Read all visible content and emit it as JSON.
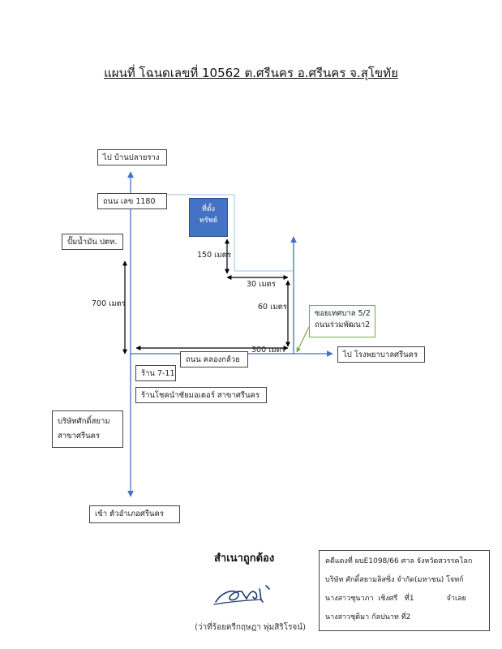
{
  "title": "แผนที่ โฉนดเลขที่ 10562 ต.ศรีนคร อ.ศรีนคร จ.สุโขทัย",
  "labels": {
    "to_ban_plai_rang": "ไป บ้านปลายราง",
    "road_1180": "ถนน เลข 1180",
    "property_line1": "ที่ตั้ง",
    "property_line2": "ทรัพย์",
    "ptt_station": "ปั๊มน้ำมัน ปตท.",
    "dist_150": "150 เมตร",
    "dist_30": "30 เมตร",
    "dist_700": "700 เมตร",
    "dist_60": "60 เมตร",
    "dist_300": "300 เมตร",
    "soi_line1": "ซอยเทศบาล 5/2",
    "soi_line2": "ถนนร่วมพัฒนา2",
    "to_hospital": "ไป โรงพยาบาลศรีนคร",
    "khlong_kluai_road": "ถนน คลองกล้วย",
    "seven_eleven": "ร้าน 7-11",
    "chokchai_motor": "ร้านโชคนำชัยมอเตอร์ สาขาศรีนคร",
    "siam_company_line1": "บริษัทศักดิ์สยาม",
    "siam_company_line2": "สาขาศรีนคร",
    "to_town": "เข้า ตัวอำเภอศรีนคร"
  },
  "footer": {
    "certified": "สำเนาถูกต้อง",
    "signer": "(ว่าที่ร้อยตรีกฤษฎา  พุ่มสิริโรจน์)"
  },
  "case_info": {
    "line1": "คดีแดงที่ ผบE1098/66  ศาล จังหวัดสวรรคโลก",
    "line2": "บริษัท ศักดิ์สยามลิสซิ่ง จำกัด(มหาชน)  โจทก์",
    "line3": "นางสาวชุนาภา  เชิงศรี   ที่1              จำเลย",
    "line4": "นางสาวชุติมา  กัลปนาท  ที่2"
  },
  "colors": {
    "road_line": "#4472c4",
    "property_fill": "#4472c4",
    "road_faint": "#9dc3e6",
    "measure_arrow": "#000000",
    "soi_pointer": "#70ad47"
  }
}
